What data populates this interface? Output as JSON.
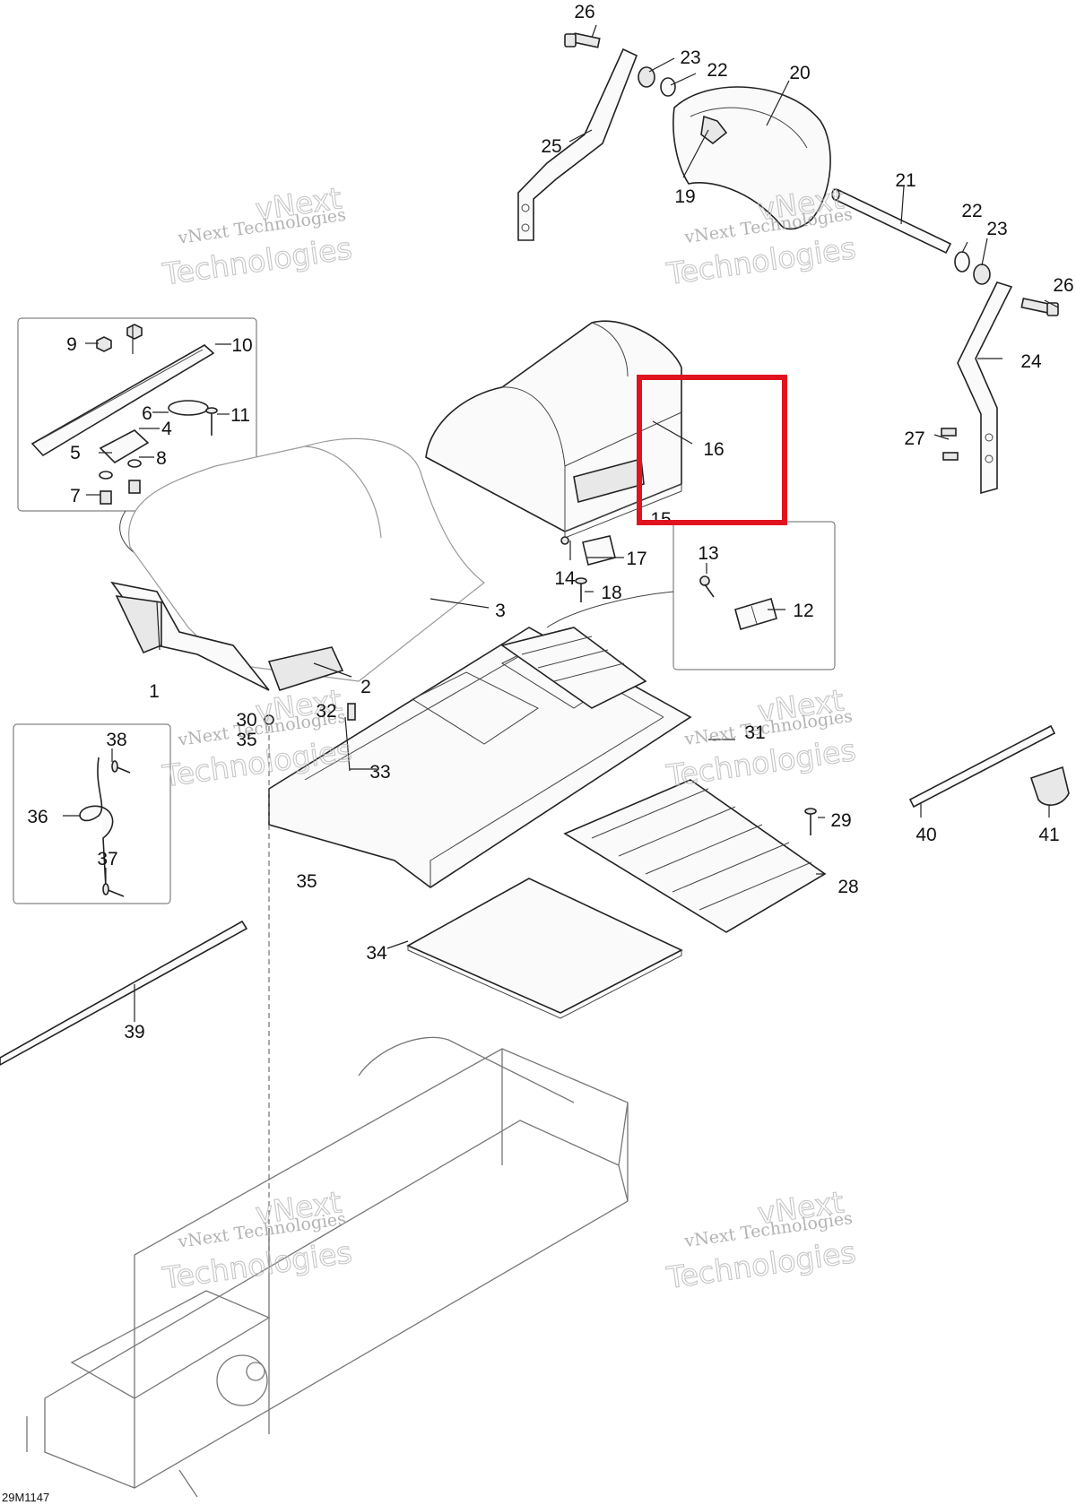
{
  "diagram_code": "29M1147",
  "watermark": {
    "line1": "vNext Technologies",
    "line2": "Technologies",
    "line3": "vNext"
  },
  "callouts": {
    "c1": "1",
    "c2": "2",
    "c3": "3",
    "c4": "4",
    "c5": "5",
    "c6": "6",
    "c7": "7",
    "c8": "8",
    "c9": "9",
    "c10": "10",
    "c11": "11",
    "c12": "12",
    "c13": "13",
    "c14": "14",
    "c15": "15",
    "c16": "16",
    "c17": "17",
    "c18": "18",
    "c19": "19",
    "c20": "20",
    "c21": "21",
    "c22": "22",
    "c23": "23",
    "c24": "24",
    "c25": "25",
    "c26": "26",
    "c27": "27",
    "c28": "28",
    "c29": "29",
    "c30": "30",
    "c31": "31",
    "c32": "32",
    "c33": "33",
    "c34": "34",
    "c35": "35",
    "c36": "36",
    "c37": "37",
    "c38": "38",
    "c39": "39",
    "c40": "40",
    "c41": "41"
  },
  "highlight_color": "#e0141e"
}
